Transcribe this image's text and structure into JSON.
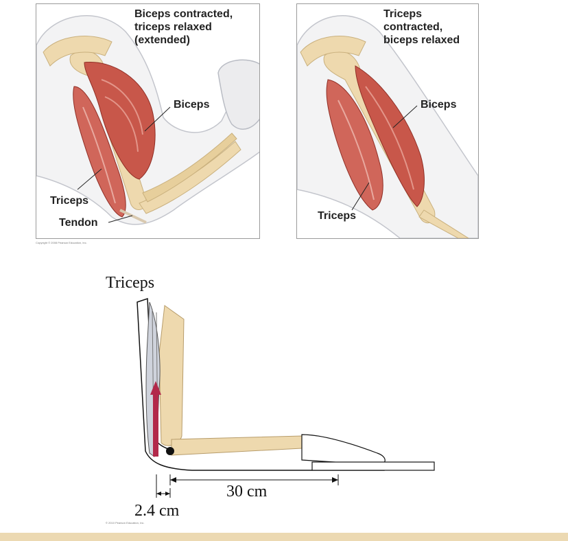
{
  "top_left": {
    "title": "Biceps contracted,\ntriceps relaxed\n(extended)",
    "labels": {
      "biceps": "Biceps",
      "triceps": "Triceps",
      "tendon": "Tendon"
    },
    "copyright": "Copyright © 2008 Pearson Education, Inc."
  },
  "top_right": {
    "title": "Triceps\ncontracted,\nbiceps relaxed",
    "labels": {
      "biceps": "Biceps",
      "triceps": "Triceps"
    }
  },
  "lower": {
    "triceps_label": "Triceps",
    "distance_long": "30 cm",
    "distance_short": "2.4 cm",
    "copyright": "© 2010 Pearson Education, Inc."
  },
  "colors": {
    "muscle": "#c8574a",
    "muscle_light": "#e3968a",
    "bone": "#eed9ae",
    "skin_outline": "#b9bcc4",
    "force_arrow": "#b2294a",
    "bottom_bar": "#ecd9b2"
  }
}
